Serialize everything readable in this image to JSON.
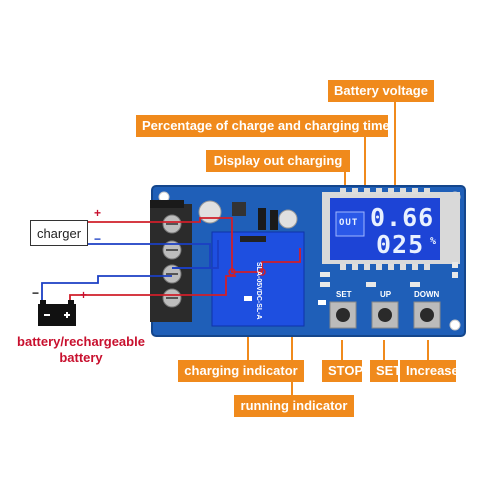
{
  "callouts": {
    "battery_voltage": "Battery voltage",
    "percentage_time": "Percentage of charge and charging time",
    "display_out": "Display out charging",
    "charging_indicator": "charging indicator",
    "running_indicator": "running indicator",
    "stop": "STOP",
    "set": "SET",
    "increase": "Increase"
  },
  "labels": {
    "charger": "charger",
    "battery_caption_1": "battery/rechargeable",
    "battery_caption_2": "battery",
    "plus": "+",
    "minus": "−"
  },
  "lcd": {
    "out": "OUT",
    "voltage": "0.66",
    "percent": "025",
    "percent_sign": "%"
  },
  "board_buttons": {
    "set": "SET",
    "up": "UP",
    "down": "DOWN"
  },
  "relay": {
    "model": "SLA-05VDC-SL-A"
  },
  "colors": {
    "callout": "#f08a1c",
    "board": "#1f5fb8",
    "positive_wire": "#d01f2a",
    "negative_wire": "#1b3fc4",
    "caption": "#c8102e"
  }
}
